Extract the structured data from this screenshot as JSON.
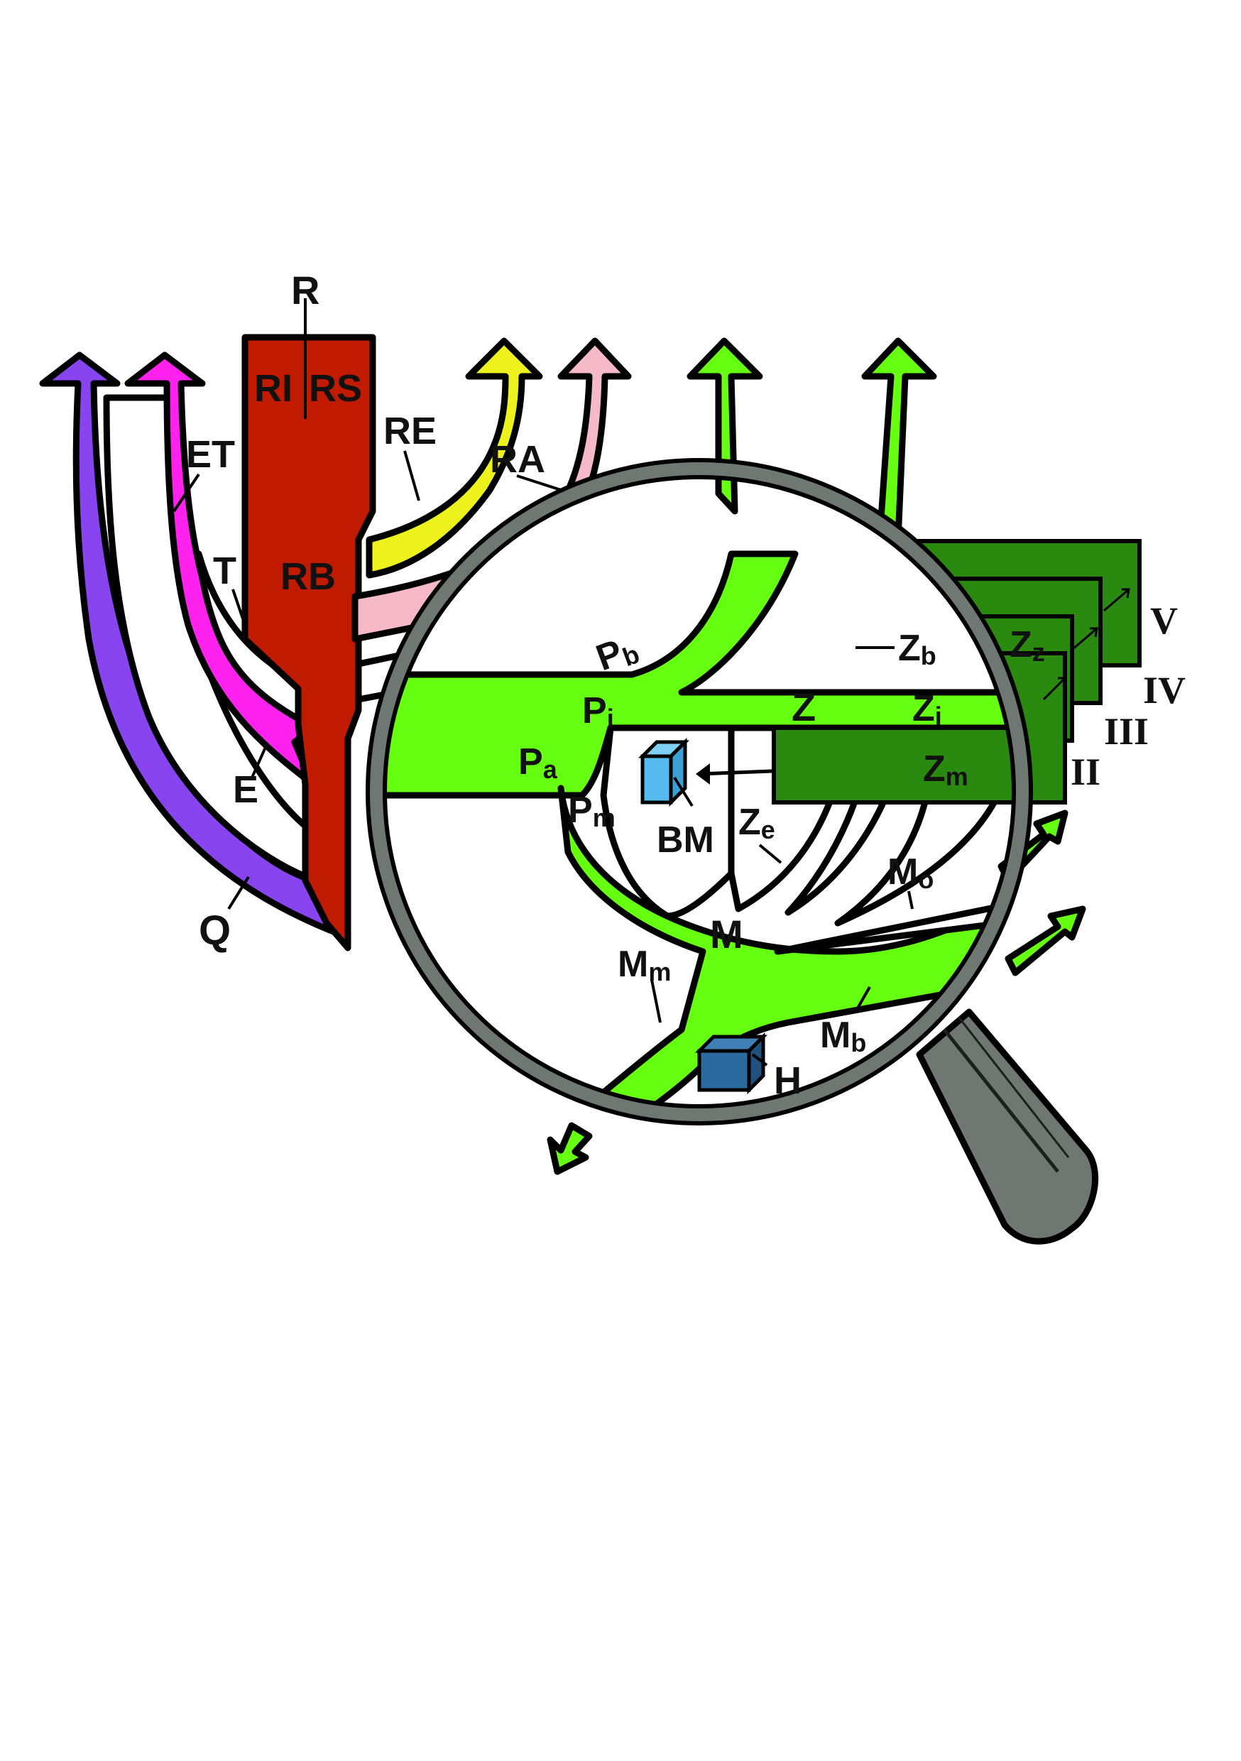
{
  "colors": {
    "red_trunk": "#c01a00",
    "purple": "#8844ee",
    "magenta": "#ff22ee",
    "yellow": "#eef21c",
    "pink": "#f5b9c8",
    "green_light": "#66ff11",
    "green_dark": "#2a8a10",
    "blue_light": "#55bbee",
    "blue_dark": "#2a6aa0",
    "lens_ring": "#6f7773",
    "outline": "#000000"
  },
  "labels": {
    "R": "R",
    "RI": "RI",
    "RS": "RS",
    "RE": "RE",
    "RA": "RA",
    "RB": "RB",
    "ET": "ET",
    "T": "T",
    "E": "E",
    "Q": "Q",
    "Pb_main": "P",
    "Pb_sub": "b",
    "Pi_main": "P",
    "Pi_sub": "i",
    "Pa_main": "P",
    "Pa_sub": "a",
    "Pm_main": "P",
    "Pm_sub": "m",
    "BM": "BM",
    "Ze_main": "Z",
    "Ze_sub": "e",
    "Z": "Z",
    "Zb_main": "Z",
    "Zb_sub": "b",
    "Zi_main": "Z",
    "Zi_sub": "i",
    "Zz_main": "Z",
    "Zz_sub": "z",
    "Zm_main": "Z",
    "Zm_sub": "m",
    "M": "M",
    "Mo_main": "M",
    "Mo_sub": "o",
    "Mm_main": "M",
    "Mm_sub": "m",
    "Mb_main": "M",
    "Mb_sub": "b",
    "H": "H",
    "II": "II",
    "III": "III",
    "IV": "IV",
    "V": "V"
  },
  "icons": {
    "magnifier": "magnifying-glass-icon",
    "box_bm": "cube-icon",
    "box_h": "cube-icon"
  }
}
